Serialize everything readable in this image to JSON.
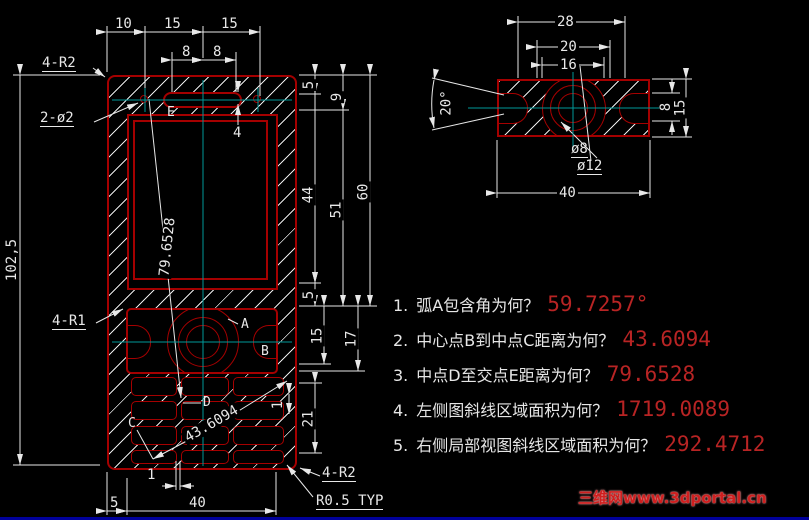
{
  "front_view": {
    "dims": {
      "d10": "10",
      "d15a": "15",
      "d15b": "15",
      "d8a": "8",
      "d8b": "8",
      "d4": "4",
      "d5top": "5",
      "d44": "44",
      "d5mid": "5",
      "d9": "9",
      "d51": "51",
      "d60": "60",
      "d15r": "15",
      "d17": "17",
      "d21": "21",
      "d1r": "1",
      "d1b": "1",
      "d5bot": "5",
      "d40": "40",
      "height": "102,5"
    },
    "labels": {
      "r2_top": "4-R2",
      "holes": "2-ø2",
      "r1": "4-R1",
      "r2_bottom": "4-R2",
      "r05": "R0.5 TYP",
      "dist_bc": "43.6094",
      "dist_ed": "79.6528",
      "pA": "A",
      "pB": "B",
      "pC": "C",
      "pD": "D",
      "pE": "E"
    }
  },
  "detail_view": {
    "dims": {
      "d28": "28",
      "d20": "20",
      "d16": "16",
      "d8": "8",
      "d15": "15",
      "d40": "40",
      "dia8": "ø8",
      "dia12": "ø12",
      "angle": "20°"
    }
  },
  "questions": [
    {
      "num": "1.",
      "text": "弧A包含角为何？",
      "answer": "59.7257°"
    },
    {
      "num": "2.",
      "text": "中心点B到中点C距离为何？",
      "answer": "43.6094"
    },
    {
      "num": "3.",
      "text": "中点D至交点E距离为何？",
      "answer": "79.6528"
    },
    {
      "num": "4.",
      "text": "左侧图斜线区域面积为何？",
      "answer": "1719.0089"
    },
    {
      "num": "5.",
      "text": "右侧局部视图斜线区域面积为何？",
      "answer": "292.4712"
    }
  ],
  "watermark": {
    "text": "三维网www.3dportal.cn"
  }
}
